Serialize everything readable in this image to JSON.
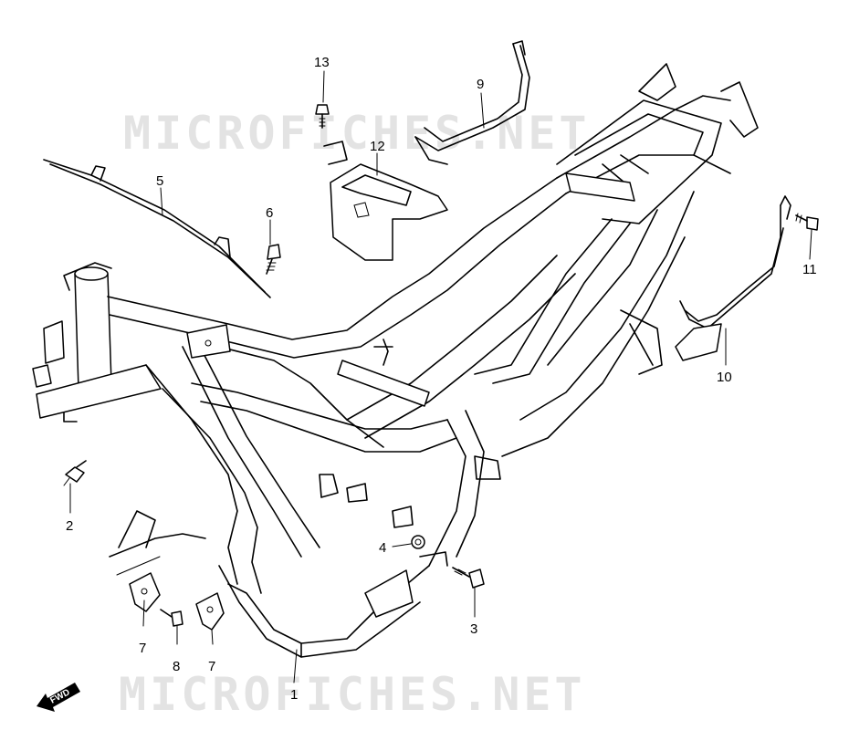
{
  "watermarks": [
    "MICROFICHES.NET",
    "MICROFICHES.NET"
  ],
  "fwd_badge": "FWD",
  "callouts": [
    {
      "id": "1",
      "label": "1"
    },
    {
      "id": "2",
      "label": "2"
    },
    {
      "id": "3",
      "label": "3"
    },
    {
      "id": "4",
      "label": "4"
    },
    {
      "id": "5",
      "label": "5"
    },
    {
      "id": "6",
      "label": "6"
    },
    {
      "id": "7a",
      "label": "7"
    },
    {
      "id": "7b",
      "label": "7"
    },
    {
      "id": "8",
      "label": "8"
    },
    {
      "id": "9",
      "label": "9"
    },
    {
      "id": "10",
      "label": "10"
    },
    {
      "id": "11",
      "label": "11"
    },
    {
      "id": "12",
      "label": "12"
    },
    {
      "id": "13",
      "label": "13"
    }
  ]
}
